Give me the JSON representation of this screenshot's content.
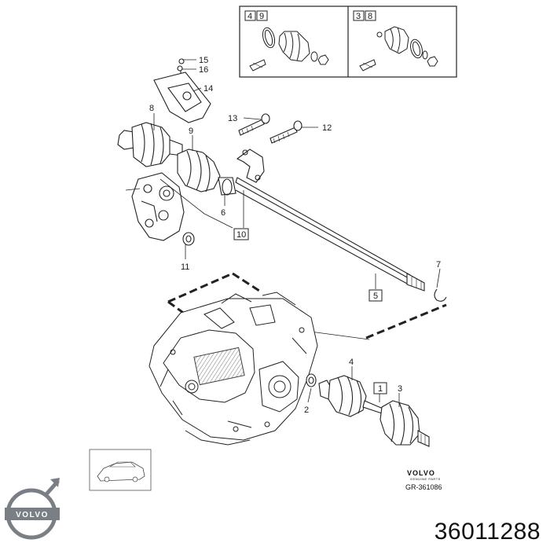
{
  "callouts": {
    "c1": "1",
    "c2": "2",
    "c3": "3",
    "c4": "4",
    "c5": "5",
    "c6": "6",
    "c7": "7",
    "c8": "8",
    "c9": "9",
    "c10": "10",
    "c11": "11",
    "c12": "12",
    "c13": "13",
    "c14": "14",
    "c15": "15",
    "c16": "16"
  },
  "inset_boxes": {
    "left_a": "4",
    "left_b": "9",
    "right_a": "3",
    "right_b": "8"
  },
  "reference": {
    "brand": "VOLVO",
    "sub": "GENUINE PARTS",
    "code": "GR-361086"
  },
  "logo": {
    "word": "VOLVO",
    "color": "#7a7f86"
  },
  "part_number": "36011288"
}
